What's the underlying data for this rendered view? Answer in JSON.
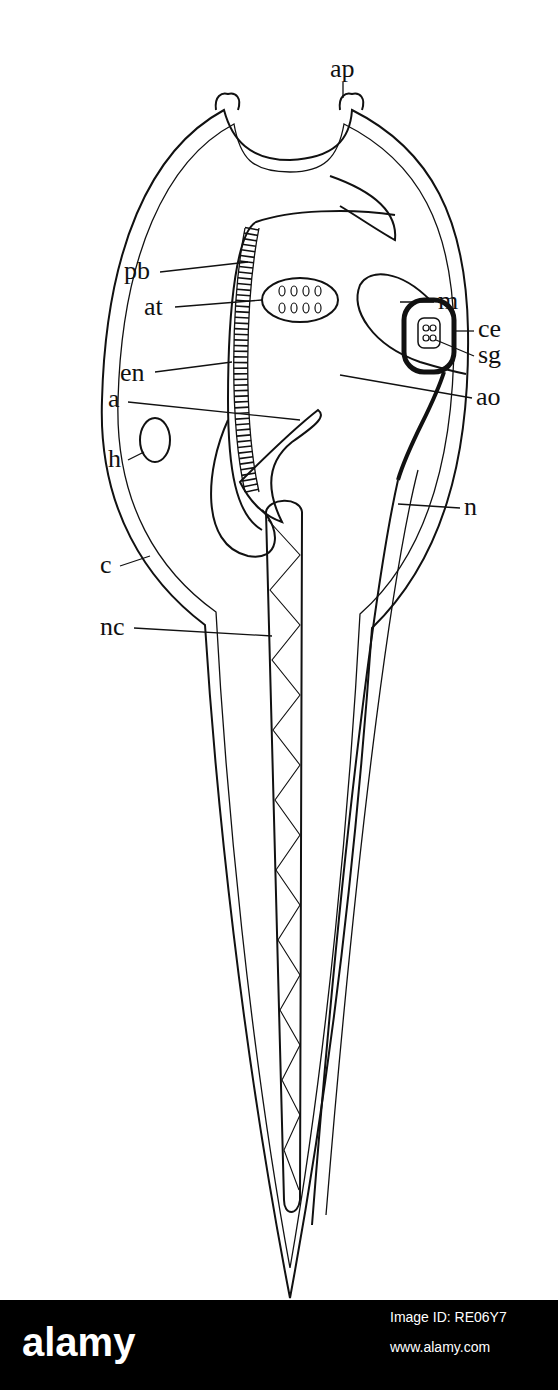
{
  "diagram": {
    "labels": [
      "ap",
      "pb",
      "m",
      "ce",
      "at",
      "sg",
      "en",
      "ao",
      "a",
      "h",
      "n",
      "c",
      "nc",
      "alamy",
      "Image ID: RE06Y7",
      "www.alamy.com"
    ]
  }
}
